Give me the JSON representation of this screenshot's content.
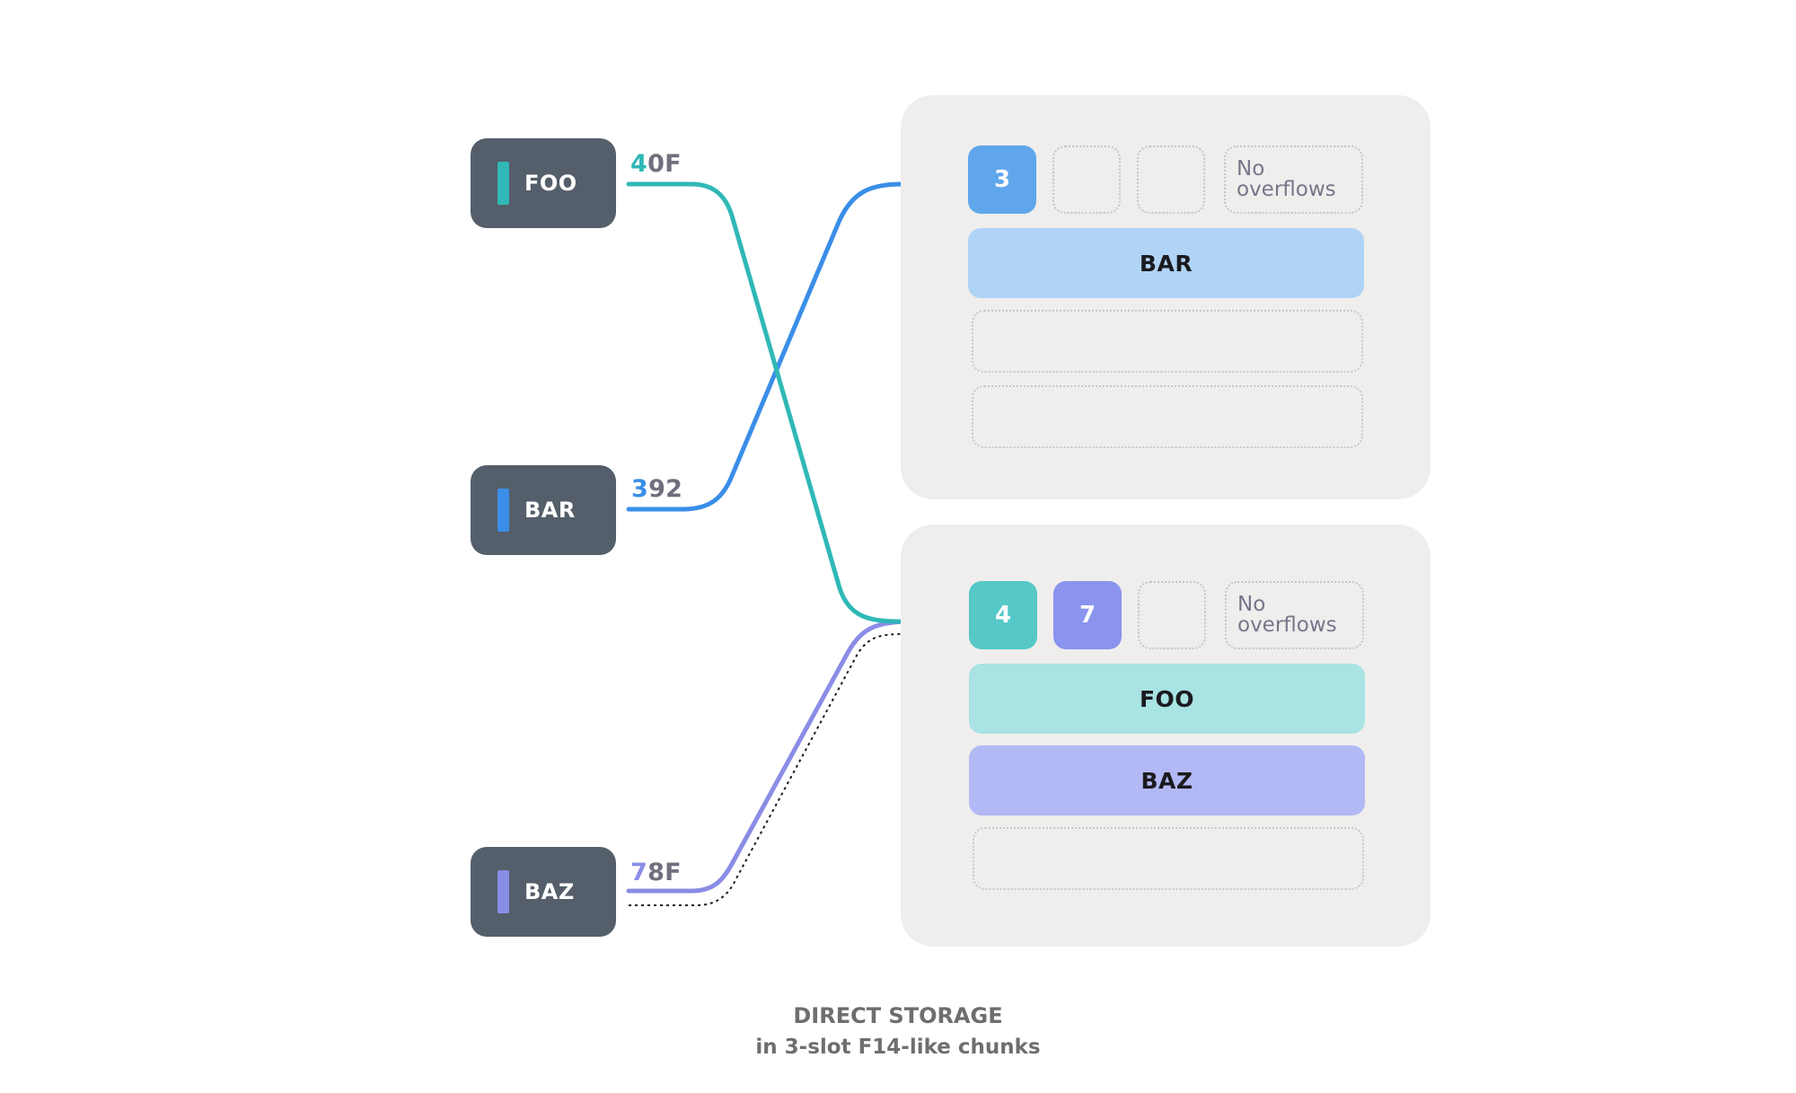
{
  "keys": [
    {
      "label": "FOO",
      "hash_first": "4",
      "hash_rest": "0F",
      "color": "#2fb8b6"
    },
    {
      "label": "BAR",
      "hash_first": "3",
      "hash_rest": "92",
      "color": "#3a8ee8"
    },
    {
      "label": "BAZ",
      "hash_first": "7",
      "hash_rest": "8F",
      "color": "#8a8de6"
    }
  ],
  "chunks": [
    {
      "tags": [
        {
          "value": "3",
          "color": "#5fa6ec"
        },
        {
          "value": ""
        },
        {
          "value": ""
        }
      ],
      "overflow": [
        "No",
        "overflows"
      ],
      "slots": [
        {
          "label": "BAR",
          "color": "#b0d4f6"
        },
        {
          "label": ""
        },
        {
          "label": ""
        }
      ]
    },
    {
      "tags": [
        {
          "value": "4",
          "color": "#55c8c7"
        },
        {
          "value": "7",
          "color": "#8a93ee"
        },
        {
          "value": ""
        }
      ],
      "overflow": [
        "No",
        "overflows"
      ],
      "slots": [
        {
          "label": "FOO",
          "color": "#a9e3e3"
        },
        {
          "label": "BAZ",
          "color": "#b2b9f5"
        },
        {
          "label": ""
        }
      ]
    }
  ],
  "caption": {
    "line1": "DIRECT STORAGE",
    "line2": "in 3-slot F14-like chunks"
  }
}
